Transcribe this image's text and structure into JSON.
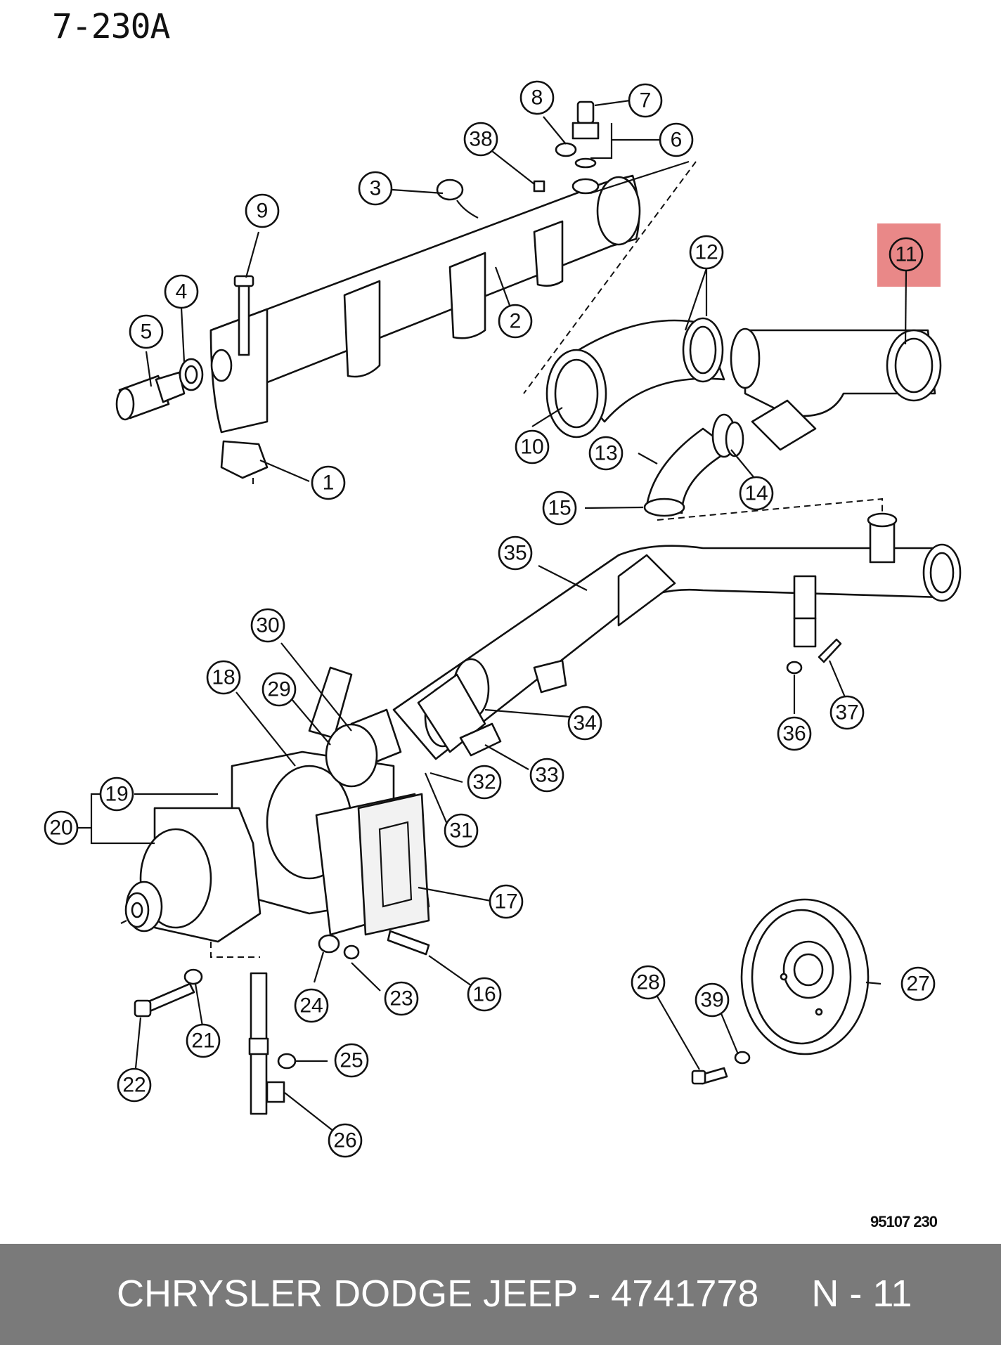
{
  "page_title": "7-230A",
  "drawing_code": "95107 230",
  "footer": {
    "text": "CHRYSLER DODGE JEEP - 4741778     N - 11"
  },
  "highlight_color": "#e57373",
  "highlighted_callout": "11",
  "callouts": {
    "c1": "1",
    "c2": "2",
    "c3": "3",
    "c4": "4",
    "c5": "5",
    "c6": "6",
    "c7": "7",
    "c8": "8",
    "c9": "9",
    "c10": "10",
    "c11": "11",
    "c12": "12",
    "c13": "13",
    "c14": "14",
    "c15": "15",
    "c16": "16",
    "c17": "17",
    "c18": "18",
    "c19": "19",
    "c20": "20",
    "c21": "21",
    "c22": "22",
    "c23": "23",
    "c24": "24",
    "c25": "25",
    "c26": "26",
    "c27": "27",
    "c28": "28",
    "c29": "29",
    "c30": "30",
    "c31": "31",
    "c32": "32",
    "c33": "33",
    "c34": "34",
    "c35": "35",
    "c36": "36",
    "c37": "37",
    "c38": "38",
    "c39": "39"
  }
}
